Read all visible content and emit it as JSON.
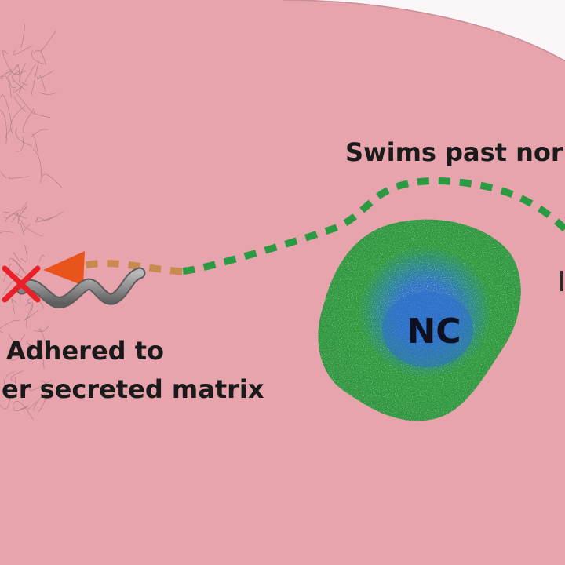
{
  "labels": {
    "swims_past": "Swims past norm",
    "adhered_line1": "Adhered to",
    "adhered_line2": "er secreted matrix",
    "cell": "NC"
  },
  "colors": {
    "background": "#e7a4ac",
    "outside": "#fbf7f8",
    "cell_body": "#2f9a3e",
    "cell_nucleus": "#2e73c8",
    "path_green": "#2a9a43",
    "path_orange": "#c98a4f",
    "arrow": "#e8541c",
    "cross": "#e8202a",
    "bacterium": "#8d8d8d",
    "text": "#1a1a1a"
  },
  "icons": {
    "cross": "x-mark-icon",
    "bacterium": "spirochete-icon",
    "arrow": "arrowhead-icon"
  }
}
